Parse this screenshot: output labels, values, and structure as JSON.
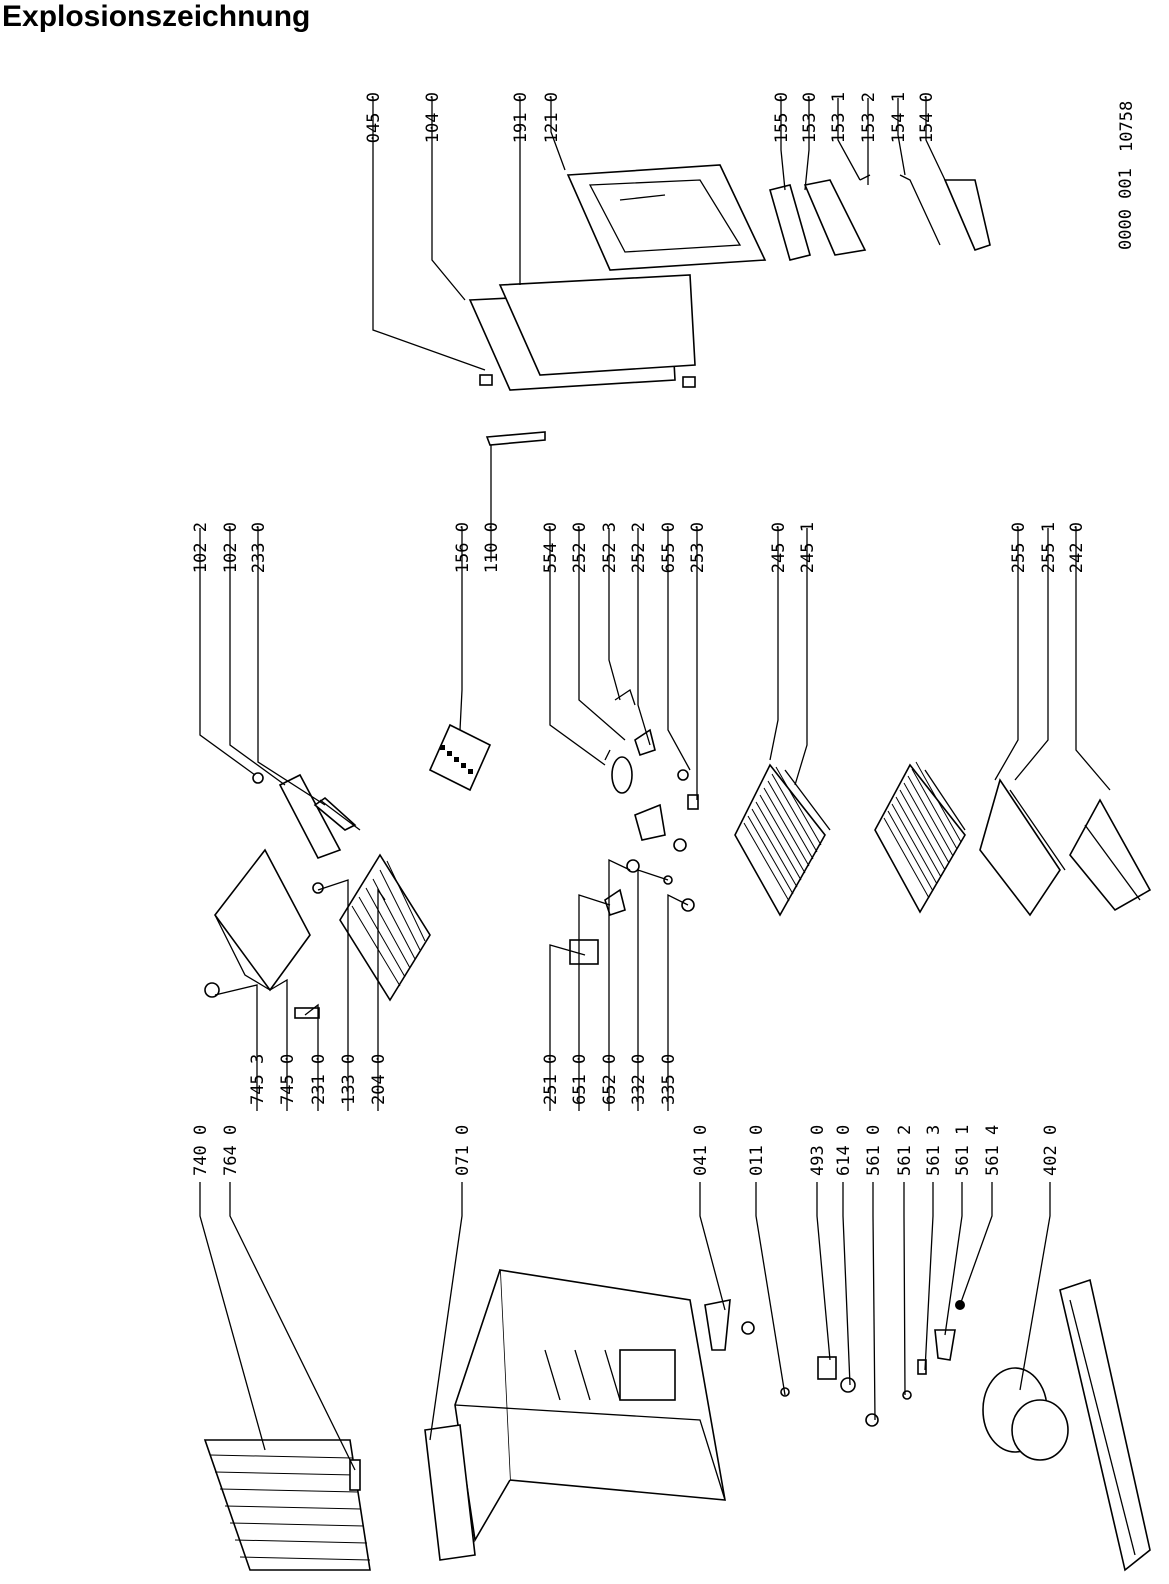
{
  "title": "Explosionszeichnung",
  "drawing_code": "0000 001",
  "drawing_number": "10758",
  "part_groups": [
    {
      "id": "g1",
      "labels": [
        "740 0",
        "764 0"
      ]
    },
    {
      "id": "g2",
      "labels": [
        "071 0"
      ]
    },
    {
      "id": "g3",
      "labels": [
        "041 0",
        "011 0"
      ]
    },
    {
      "id": "g4",
      "labels": [
        "493 0",
        "614 0",
        "561 0",
        "561 2",
        "561 3",
        "561 1",
        "561 4"
      ]
    },
    {
      "id": "g5",
      "labels": [
        "402 0"
      ]
    },
    {
      "id": "g6",
      "labels": [
        "745 3",
        "745 0",
        "231 0",
        "133 0",
        "204 0"
      ]
    },
    {
      "id": "g7",
      "labels": [
        "251 0",
        "651 0",
        "652 0",
        "332 0",
        "335 0"
      ]
    },
    {
      "id": "g8",
      "labels": [
        "102 2",
        "102 0",
        "233 0"
      ]
    },
    {
      "id": "g9",
      "labels": [
        "156 0",
        "110 0"
      ]
    },
    {
      "id": "g10",
      "labels": [
        "554 0",
        "252 0",
        "252 3",
        "252 2",
        "655 0",
        "253 0"
      ]
    },
    {
      "id": "g11",
      "labels": [
        "245 0",
        "245 1"
      ]
    },
    {
      "id": "g12",
      "labels": [
        "255 0",
        "255 1",
        "242 0"
      ]
    },
    {
      "id": "g13",
      "labels": [
        "045 0",
        "104 0",
        "191 0",
        "121 0"
      ]
    },
    {
      "id": "g14",
      "labels": [
        "155 0",
        "153 0",
        "153 1",
        "153 2",
        "154 1",
        "154 0"
      ]
    }
  ]
}
